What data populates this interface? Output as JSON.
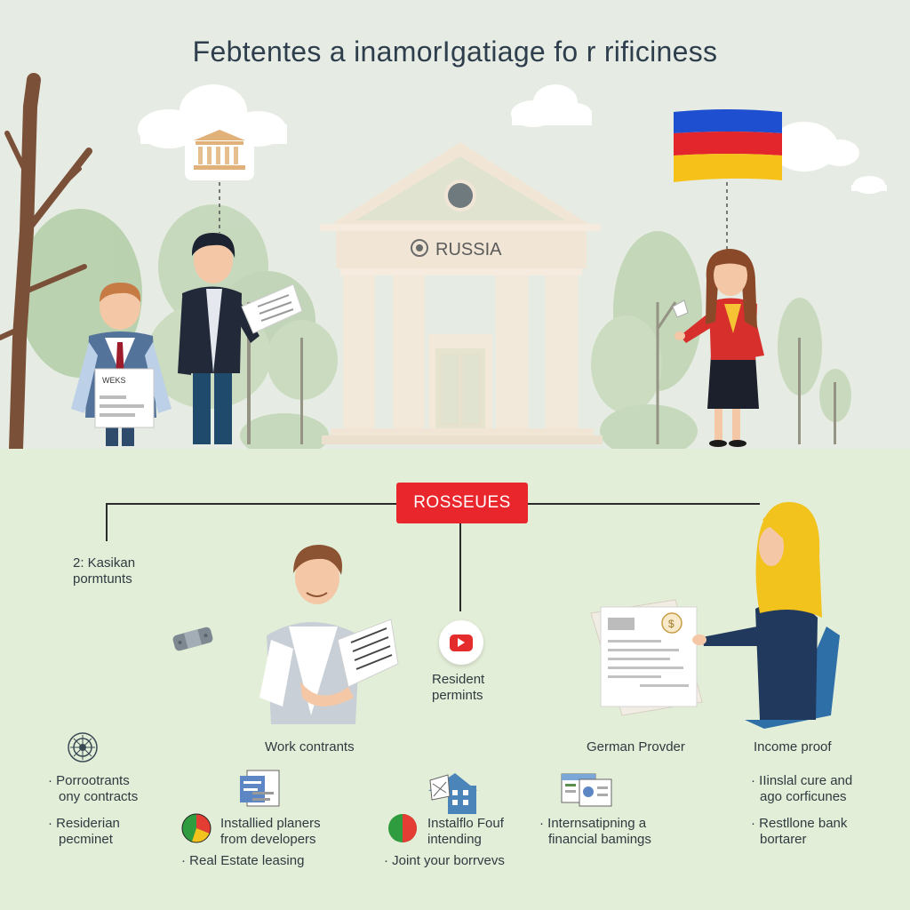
{
  "title": "Febtentes a inamorIgatiage fo r rificiness",
  "building": {
    "label": "RUSSIA"
  },
  "document_header": "WEKS",
  "center_box": {
    "label": "ROSSEUES"
  },
  "left_node": {
    "line1": "2: Kasikan",
    "line2": "pormtunts"
  },
  "resident_node": {
    "line1": "Resident",
    "line2": "permints"
  },
  "headers": {
    "work": "Work contrants",
    "german": "German Provder",
    "income": "Income proof"
  },
  "lists": {
    "col1": [
      {
        "line1": "Porrootrants",
        "line2": "ony contracts"
      },
      {
        "line1": "Residerian",
        "line2": "pecminet"
      }
    ],
    "col2": [
      {
        "line1": "Installied planers",
        "line2": "from developers"
      },
      {
        "line1": "Real Estate leasing",
        "line2": ""
      }
    ],
    "col3": [
      {
        "line1": "Instalflo Fouf",
        "line2": "intending"
      },
      {
        "line1": "Joint your borrvevs",
        "line2": ""
      }
    ],
    "col4": [
      {
        "line1": "Internsatipning a",
        "line2": "financial bamings"
      }
    ],
    "col5": [
      {
        "line1": "IIinslal cure and",
        "line2": "ago corficunes"
      },
      {
        "line1": "Restllone bank",
        "line2": "bortarer"
      }
    ]
  },
  "colors": {
    "accent_red": "#e8262b",
    "flag_red": "#e3262c",
    "flag_blue": "#1f4fd1",
    "flag_yellow": "#f6c21a",
    "hair_yellow": "#f2c21d"
  },
  "icons": [
    "columns-building-icon",
    "russia-flag-icon",
    "bandage-icon",
    "play-button-icon",
    "dollar-document-icon",
    "mandala-icon",
    "documents-icon",
    "pie-chart-icon",
    "building-icon",
    "spreadsheet-icon"
  ]
}
